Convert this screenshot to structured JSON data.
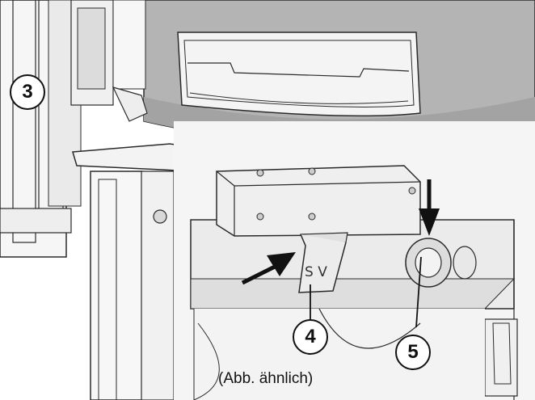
{
  "callouts": {
    "three": "3",
    "four": "4",
    "five": "5"
  },
  "part_marking": "S V",
  "caption": "(Abb. ähnlich)",
  "colors": {
    "stove_body": "#b4b4b4",
    "stove_body_dark": "#9c9c9c",
    "panel": "#f2f2f2",
    "line": "#2a2a2a",
    "arrow": "#111111"
  }
}
